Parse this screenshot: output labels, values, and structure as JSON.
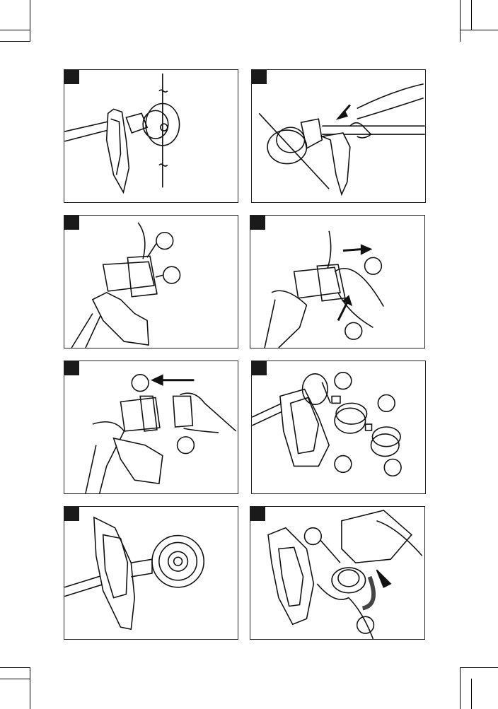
{
  "page": {
    "panels": [
      {
        "id": "A",
        "callouts": 0
      },
      {
        "id": "B",
        "callouts": 0
      },
      {
        "id": "C",
        "callouts": 2
      },
      {
        "id": "D",
        "callouts": 2
      },
      {
        "id": "E",
        "callouts": 2
      },
      {
        "id": "F",
        "callouts": 4
      },
      {
        "id": "G",
        "callouts": 0
      },
      {
        "id": "H",
        "callouts": 2
      }
    ]
  }
}
